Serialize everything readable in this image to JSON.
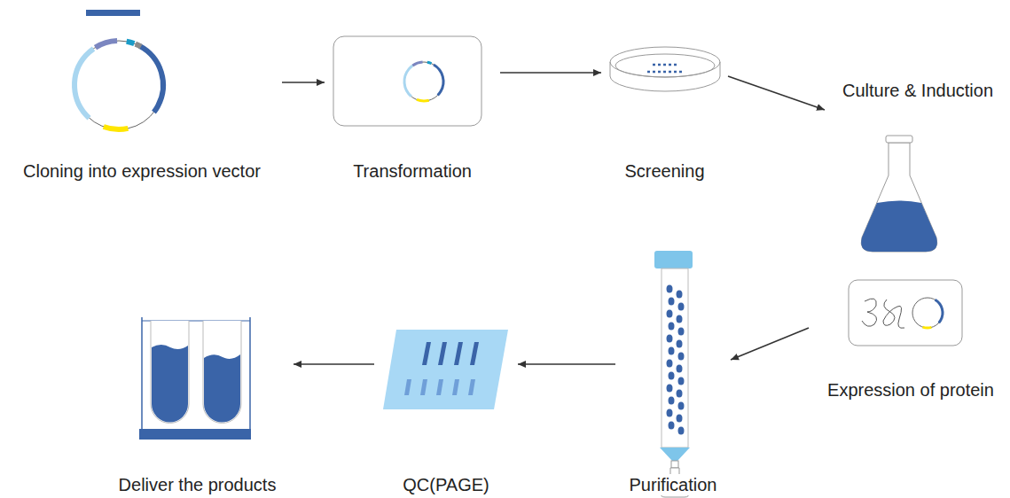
{
  "diagram": {
    "nodes": [
      {
        "text": [
          "Cloning into expression vector"
        ]
      },
      {
        "text": [
          "Transformation"
        ]
      },
      {
        "text": [
          "Screening"
        ]
      },
      {
        "text": [
          "Culture & Induction"
        ]
      },
      {
        "text": [
          "Expression of protein"
        ]
      },
      {
        "text": [
          "Purification"
        ]
      },
      {
        "text": [
          "QC(PAGE)"
        ]
      },
      {
        "text": [
          "Deliver the products"
        ]
      }
    ],
    "edges": [
      {
        "from": 0,
        "to": 1,
        "arrow": "to"
      },
      {
        "from": 1,
        "to": 2,
        "arrow": "to"
      },
      {
        "from": 2,
        "to": 3,
        "arrow": "to"
      },
      {
        "from": 4,
        "to": 5,
        "arrow": "to"
      },
      {
        "from": 5,
        "to": 6,
        "arrow": "to"
      },
      {
        "from": 6,
        "to": 7,
        "arrow": "to"
      }
    ]
  }
}
